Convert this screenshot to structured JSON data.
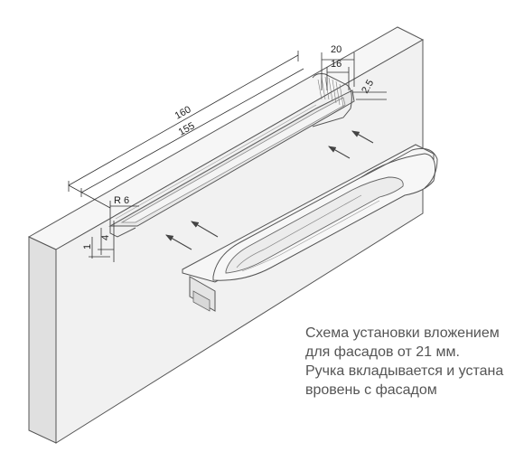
{
  "dimensions": {
    "outer_length": "160",
    "inner_length": "155",
    "outer_width": "20",
    "inner_width": "16",
    "rim_offset": "2.5",
    "radius": "R 6",
    "depth_small": "1",
    "depth_large": "4"
  },
  "caption": {
    "line1": "Схема установки вложением",
    "line2": "для фасадов от 21 мм.",
    "line3": "Ручка вкладывается и устана",
    "line4": "вровень с фасадом"
  },
  "colors": {
    "outline": "#555555",
    "panel_face": "#f2f2f2",
    "panel_side": "#e2e2e2",
    "panel_top": "#f7f7f7",
    "handle_fill": "#f6f6f6",
    "cavity_shade": "#e8e8e8"
  },
  "icons": [
    "arrow-icon"
  ]
}
